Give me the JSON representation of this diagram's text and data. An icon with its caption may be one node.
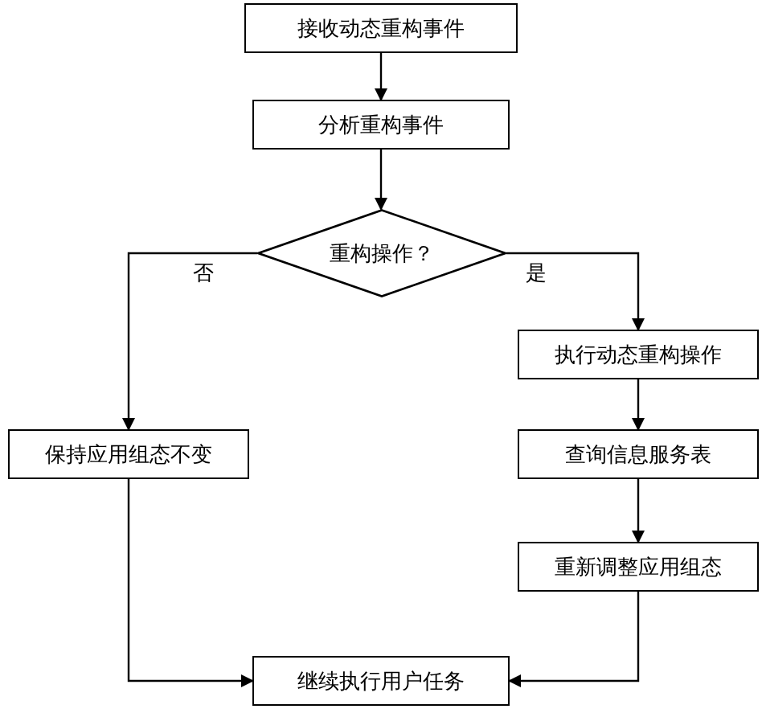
{
  "diagram": {
    "nodes": [
      {
        "text": [
          "接收动态重构事件"
        ]
      },
      {
        "text": [
          "分析重构事件"
        ]
      },
      {
        "text": [
          "重构操作？"
        ]
      },
      {
        "text": [
          "执行动态重构操作"
        ]
      },
      {
        "text": [
          "保持应用组态不变"
        ]
      },
      {
        "text": [
          "查询信息服务表"
        ]
      },
      {
        "text": [
          "重新调整应用组态"
        ]
      },
      {
        "text": [
          "继续执行用户任务"
        ]
      }
    ],
    "edges": [
      {
        "from": 0,
        "to": 1,
        "arrow": "to"
      },
      {
        "from": 1,
        "to": 2,
        "arrow": "to"
      },
      {
        "from": 2,
        "to": 4,
        "label": "否",
        "arrow": "to"
      },
      {
        "from": 2,
        "to": 3,
        "label": "是",
        "arrow": "to"
      },
      {
        "from": 3,
        "to": 5,
        "arrow": "to"
      },
      {
        "from": 5,
        "to": 6,
        "arrow": "to"
      },
      {
        "from": 4,
        "to": 7,
        "arrow": "to"
      },
      {
        "from": 6,
        "to": 7,
        "arrow": "to"
      }
    ]
  }
}
